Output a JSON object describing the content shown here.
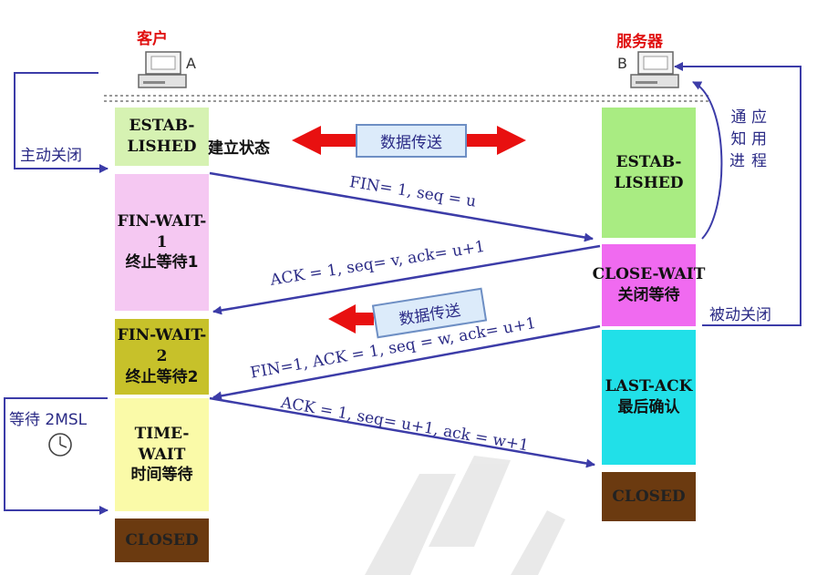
{
  "header": {
    "client_label": "客户",
    "server_label": "服务器",
    "host_a": "A",
    "host_b": "B"
  },
  "client_states": {
    "established": {
      "line1": "ESTAB-",
      "line2": "LISHED",
      "suffix": "建立状态",
      "color": "#d6f2b2"
    },
    "fin_wait_1": {
      "line1": "FIN-WAIT-1",
      "line2": "终止等待1",
      "color": "#f5c8f2"
    },
    "fin_wait_2": {
      "line1": "FIN-WAIT-2",
      "line2": "终止等待2",
      "color": "#c7c12a"
    },
    "time_wait": {
      "line1": "TIME-WAIT",
      "line2": "时间等待",
      "color": "#fafaa8"
    },
    "closed": {
      "line1": "CLOSED",
      "color": "#6b3a10"
    }
  },
  "server_states": {
    "established": {
      "line1": "ESTAB-",
      "line2": "LISHED",
      "color": "#a9ec82"
    },
    "close_wait": {
      "line1": "CLOSE-WAIT",
      "line2": "关闭等待",
      "color": "#f06af0"
    },
    "last_ack": {
      "line1": "LAST-ACK",
      "line2": "最后确认",
      "color": "#21e0e8"
    },
    "closed": {
      "line1": "CLOSED",
      "color": "#6b3a10"
    }
  },
  "messages": {
    "fin1": "FIN= 1, seq = u",
    "ack1": "ACK = 1, seq= v, ack= u+1",
    "fin2": "FIN=1, ACK = 1, seq = w, ack= u+1",
    "ack2": "ACK = 1, seq= u+1, ack = w+1"
  },
  "data_transfer": {
    "label1": "数据传送",
    "label2": "数据传送"
  },
  "side_labels": {
    "active_close": "主动关闭",
    "notify_app": [
      "通",
      "知",
      "应",
      "用",
      "进",
      "程"
    ],
    "passive_close": "被动关闭",
    "wait_2msl": "等待 2MSL"
  },
  "colors": {
    "arrow": "#3c3ca8",
    "red_arrow": "#e81010",
    "header": "#e01010"
  }
}
